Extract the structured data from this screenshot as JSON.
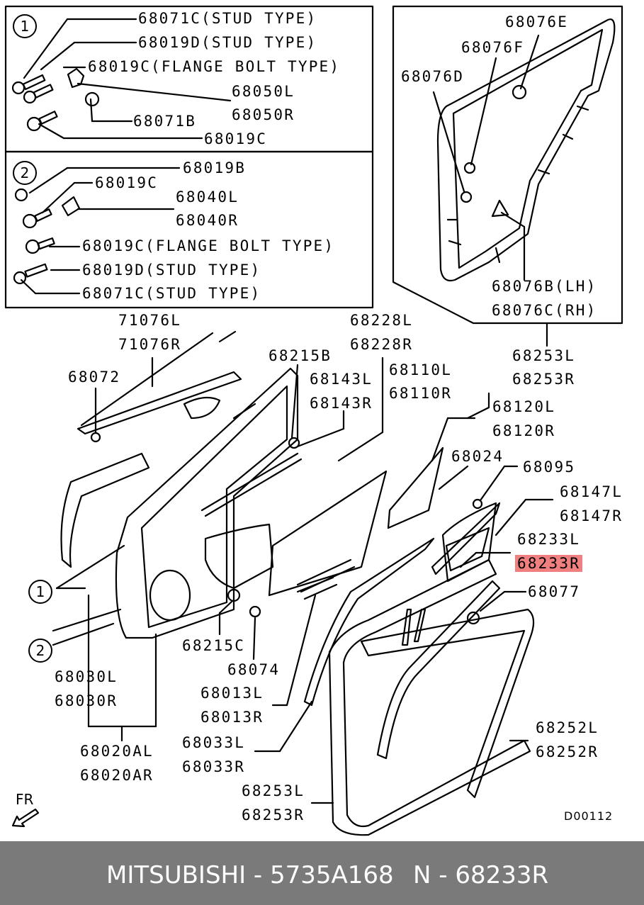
{
  "callout_one": "1",
  "callout_two": "2",
  "box1_labels": [
    "68071C(STUD TYPE)",
    "68019D(STUD TYPE)",
    "68019C(FLANGE BOLT TYPE)",
    "68050L",
    "68050R",
    "68071B",
    "68019C"
  ],
  "box2_labels": [
    "68019B",
    "68019C",
    "68040L",
    "68040R",
    "68019C(FLANGE BOLT TYPE)",
    "68019D(STUD TYPE)",
    "68071C(STUD TYPE)"
  ],
  "box3_labels": [
    "68076E",
    "68076F",
    "68076D",
    "68076B(LH)",
    "68076C(RH)"
  ],
  "main_labels": [
    "71076L",
    "71076R",
    "68228L",
    "68228R",
    "68253L",
    "68253R",
    "68072",
    "68215B",
    "68143L",
    "68143R",
    "68110L",
    "68110R",
    "68120L",
    "68120R",
    "68024",
    "68095",
    "68147L",
    "68147R",
    "68233L",
    "68077",
    "68215C",
    "68074",
    "68030L",
    "68030R",
    "68013L",
    "68013R",
    "68020AL",
    "68020AR",
    "68033L",
    "68033R",
    "68252L",
    "68252R",
    "68253L",
    "68253R"
  ],
  "highlighted_label": "68233R",
  "direction_label": "FR",
  "diagram_code": "D00112",
  "footer": {
    "brand_part": "MITSUBISHI - 5735A168",
    "part_number": "N - 68233R"
  },
  "colors": {
    "highlight": "#f07f7f",
    "footer_bg": "#7a7a7a",
    "footer_text": "#ffffff"
  }
}
